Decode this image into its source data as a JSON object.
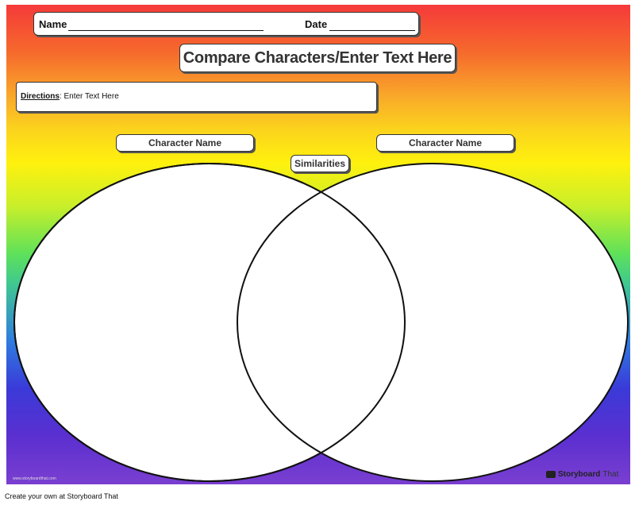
{
  "header": {
    "name_label": "Name",
    "date_label": "Date"
  },
  "title": "Compare Characters/Enter Text Here",
  "directions": {
    "label": "Directions",
    "text": ": Enter Text Here"
  },
  "venn": {
    "left_label": "Character Name",
    "right_label": "Character Name",
    "overlap_label": "Similarities"
  },
  "watermarks": {
    "left": "www.storyboardthat.com",
    "right_brand_1": "Storyboard",
    "right_brand_2": "That"
  },
  "footer": "Create your own at Storyboard That",
  "colors": {
    "gradient_top": "#f53a3a",
    "gradient_mid": "#fff10e",
    "gradient_green": "#5ee15a",
    "gradient_bottom": "#7a3fd0"
  }
}
